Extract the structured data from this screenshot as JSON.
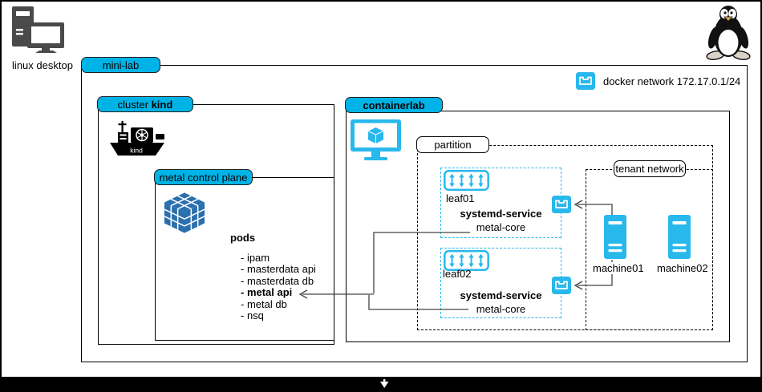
{
  "colors": {
    "accent_cyan": "#00b3e6",
    "icon_cyan": "#29b8ec",
    "cube_blue": "#2a6fae",
    "connector_gray": "#444444",
    "desktop_gray": "#4a4a4a"
  },
  "desktop": {
    "icon": "desktop-computer-icon",
    "label": "linux desktop"
  },
  "os": {
    "icon": "tux-penguin-icon"
  },
  "minilab": {
    "label": "mini-lab"
  },
  "legend": {
    "icon": "docker-network-icon",
    "label": "docker network 172.17.0.1/24"
  },
  "cluster": {
    "label_prefix": "cluster ",
    "label_bold": "kind",
    "ship_icon": "kind-ship-icon",
    "ship_label": "kind"
  },
  "control_plane": {
    "label": "metal control plane",
    "cube_icon": "cube-icon",
    "pods_title": "pods",
    "pods": [
      "- ipam",
      "- masterdata api",
      "- masterdata db",
      "- metal api",
      "- metal db",
      "- nsq"
    ]
  },
  "containerlab": {
    "label": "containerlab",
    "icon": "monitor-cube-icon"
  },
  "partition": {
    "label": "partition"
  },
  "tenant": {
    "label": "tenant network"
  },
  "leaves": [
    {
      "name": "leaf01",
      "icon": "switch-icon",
      "service_title": "systemd-service",
      "service_name": "metal-core"
    },
    {
      "name": "leaf02",
      "icon": "switch-icon",
      "service_title": "systemd-service",
      "service_name": "metal-core"
    }
  ],
  "machines": [
    {
      "name": "machine01",
      "icon": "server-icon"
    },
    {
      "name": "machine02",
      "icon": "server-icon"
    }
  ]
}
